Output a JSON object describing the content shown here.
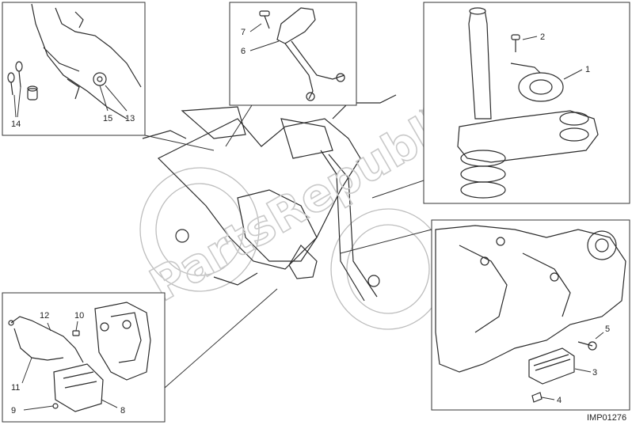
{
  "diagram": {
    "code": "IMP01276",
    "watermark": "PartsRepublik",
    "callouts": [
      {
        "id": "c1",
        "label": "1"
      },
      {
        "id": "c2",
        "label": "2"
      },
      {
        "id": "c3",
        "label": "3"
      },
      {
        "id": "c4",
        "label": "4"
      },
      {
        "id": "c5",
        "label": "5"
      },
      {
        "id": "c6",
        "label": "6"
      },
      {
        "id": "c7",
        "label": "7"
      },
      {
        "id": "c8",
        "label": "8"
      },
      {
        "id": "c9",
        "label": "9"
      },
      {
        "id": "c10",
        "label": "10"
      },
      {
        "id": "c11",
        "label": "11"
      },
      {
        "id": "c12",
        "label": "12"
      },
      {
        "id": "c13",
        "label": "13"
      },
      {
        "id": "c14",
        "label": "14"
      },
      {
        "id": "c15",
        "label": "15"
      }
    ],
    "colors": {
      "line": "#2b2b2b",
      "ghost": "#bdbdbd",
      "watermark": "#c9c9c9"
    }
  }
}
